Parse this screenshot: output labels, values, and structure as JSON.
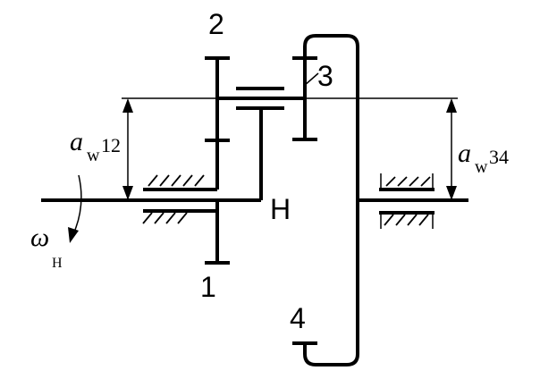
{
  "labels": {
    "gear1": "1",
    "gear2": "2",
    "gear3": "3",
    "gear4": "4",
    "carrier": "H",
    "aw12_main": "a",
    "aw12_sub": "w",
    "aw12_num": "12",
    "aw34_main": "a",
    "aw34_sub": "w",
    "aw34_num": "34",
    "omega": "ω",
    "omega_sub": "H"
  }
}
